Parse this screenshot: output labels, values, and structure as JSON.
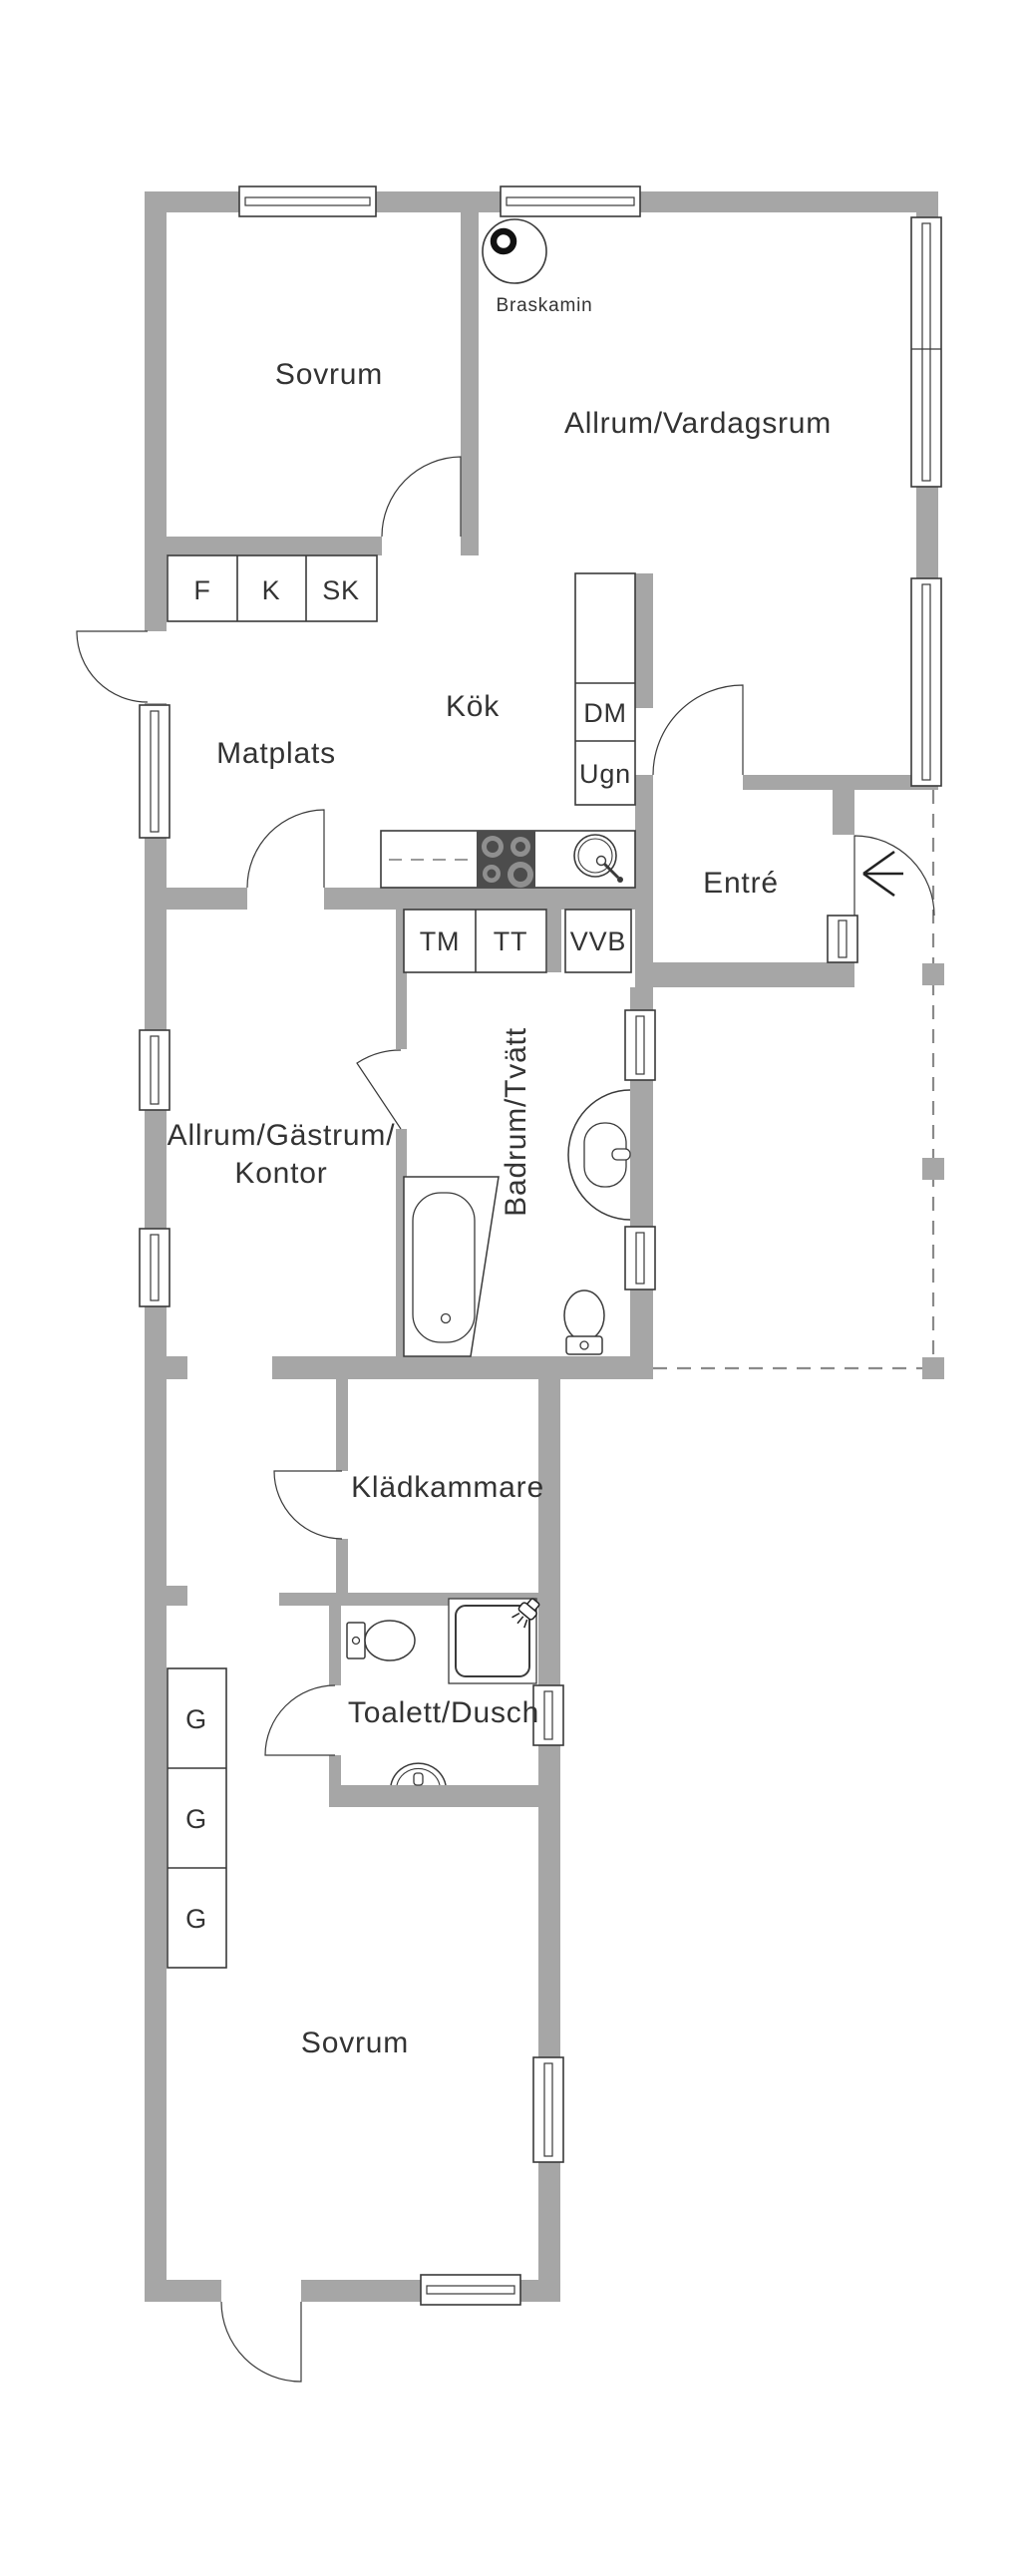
{
  "meta": {
    "type": "floor-plan",
    "language": "sv",
    "background_color": "#ffffff",
    "wall_color": "#a6a6a6",
    "line_color": "#3a3a3a",
    "text_color": "#333333",
    "stove_color": "#4c4c4c"
  },
  "rooms": {
    "sovrum1": {
      "label": "Sovrum"
    },
    "allrum_vardagsrum": {
      "label": "Allrum/Vardagsrum"
    },
    "kok": {
      "label": "Kök"
    },
    "matplats": {
      "label": "Matplats"
    },
    "entre": {
      "label": "Entré"
    },
    "allrum_gastrum": {
      "label_line1": "Allrum/Gästrum/",
      "label_line2": "Kontor"
    },
    "badrum_tvatt": {
      "label": "Badrum/Tvätt"
    },
    "kladkammare": {
      "label": "Klädkammare"
    },
    "toalett_dusch": {
      "label": "Toalett/Dusch"
    },
    "sovrum2": {
      "label": "Sovrum"
    }
  },
  "annotations": {
    "braskamin": {
      "label": "Braskamin"
    }
  },
  "cabinets": {
    "f": "F",
    "k": "K",
    "sk": "SK",
    "dm": "DM",
    "ugn": "Ugn",
    "tm": "TM",
    "tt": "TT",
    "vvb": "VVB",
    "g1": "G",
    "g2": "G",
    "g3": "G"
  },
  "icons": {
    "braskamin": "fireplace-circle-with-ring",
    "stove": "cooktop-4-burners",
    "kitchen_sink": "round-sink-with-lever",
    "washbasin_badrum": "half-round-wall-basin",
    "toilet_badrum": "toilet-top-view",
    "bathtub": "bathtub-top-view",
    "washbasin_toalett": "half-round-wall-basin",
    "toilet_toalett": "toilet-top-view",
    "shower": "shower-tray-with-handshower",
    "entrance_arrow": "left-arrow",
    "doors": "quarter-circle-swing",
    "windows": "double-line-window-symbol",
    "porch_boundary": "dashed-line-with-posts"
  }
}
